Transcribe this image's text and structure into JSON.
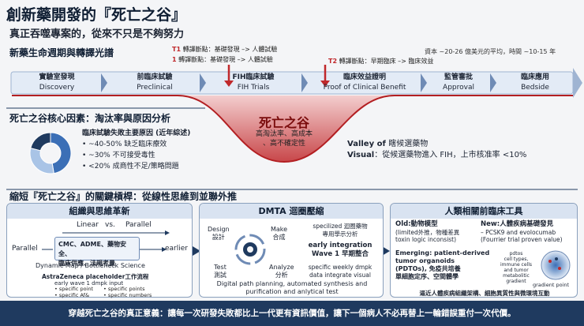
{
  "header": {
    "title": "創新藥開發的『死亡之谷』",
    "subtitle": "真正吞噬專案的，從來不只是不夠努力"
  },
  "lifecycle": {
    "title": "新藥生命週期與轉譯光譜",
    "cost_note": "資本 ~20-26 億美元的平均，時間 ~10-15 年",
    "t1a": {
      "code": "T1",
      "text": "轉譯斷點：基礎發現 –> 人體試驗"
    },
    "t1b": {
      "code": "1",
      "text": "轉譯斷點：基礎發現 –> 人體試驗"
    },
    "t2": {
      "code": "T2",
      "text": "轉譯斷點：早期臨床 –> 臨床效益"
    },
    "stages": [
      {
        "zh": "實驗室發現",
        "en": "Discovery"
      },
      {
        "zh": "前臨床試驗",
        "en": "Preclinical"
      },
      {
        "zh": "FIH臨床試驗",
        "en": "FIH Trials"
      },
      {
        "zh": "臨床效益證明",
        "en": "Proof of Clinical Benefit"
      },
      {
        "zh": "監管審批",
        "en": "Approval"
      },
      {
        "zh": "臨床應用",
        "en": "Bedside"
      }
    ]
  },
  "valley": {
    "title": "死亡之谷",
    "line1": "高淘汰率、高成本",
    "line2": "、高不確定性",
    "right_title_a": "Valley of",
    "right_title_b": "瞎候選藥物",
    "right_label": "Visual",
    "right_text": "：從候選藥物進入 FIH，上市核准率 <10%"
  },
  "factors": {
    "title": "死亡之谷核心因素：淘汰率與原因分析",
    "heading": "臨床試驗失敗主要原因 (近年綜述)",
    "items": [
      "~40-50% 缺乏臨床療效",
      "~30% 不可接受毒性",
      "<20% 成商性不足/策略問題"
    ],
    "donut": [
      0.45,
      0.3,
      0.2
    ],
    "colors": [
      "#3b6fb6",
      "#a9c4e6",
      "#1f3a5f"
    ]
  },
  "shorten": {
    "title": "縮短『死亡之谷』的關鍵槓桿：從線性思維到並聯外推"
  },
  "panel1": {
    "title": "組織與思維革新",
    "linear": "Linear",
    "vs": "vs.",
    "parallel_top": "Parallel",
    "parallel_left": "Parallel",
    "earlier": "earlier",
    "box_line1": "CMC、ADME、藥物安全、",
    "box_line2": "臨床供應、法規考量",
    "map": "Dynamic Map / Bottleneck Science",
    "az1": "AstraZeneca placeholder工作流程",
    "az2": "early wave 1 dmpk input",
    "bullets_left": [
      "specific point",
      "specific Af&"
    ],
    "bullets_right": [
      "specific points",
      "specific numbers"
    ]
  },
  "panel2": {
    "title": "DMTA 迴圈壓縮",
    "design_en": "Design",
    "design_zh": "設計",
    "make_en": "Make",
    "make_zh": "合成",
    "test_en": "Test",
    "test_zh": "測試",
    "analyze_en": "Analyze",
    "analyze_zh": "分析",
    "r1a": "specilized 迴圈藥物",
    "r1b": "專用學示分析",
    "r2a": "early integration",
    "r2b": "Wave 1 早期整合",
    "r3a": "specific weekly dmpk",
    "r3b": "data integrate visual",
    "bottom1": "Digital path planning, automated synthesis and",
    "bottom2": "purification and anlytical test"
  },
  "panel3": {
    "title": "人類相關前臨床工具",
    "old_title": "Old:動物模型",
    "old_l1": "(limited外推，物種差異",
    "old_l2": "toxin logic inconsist)",
    "new_title": "New:人體疾病基礎發見",
    "new_l1": "– PCSK9 and evolocumab",
    "new_l2": "(Fourrier trial proven value)",
    "em_l1": "Emerging: patient-derived",
    "em_l2": "tumor organoids",
    "em_l3": "(PDTOs), 免疫共培養",
    "em_l4": "單細胞定序、空間體學",
    "pd1": "pdtos",
    "pd2": "cell types,",
    "pd3": "immune cells",
    "pd4": "and tumor",
    "pd5": "metabolitic",
    "pd6": "gradient",
    "gradient": "gradient point",
    "bottom": "逼近人體疾病組織架構、細胞異質性與微環境互動"
  },
  "footer": {
    "text": "穿越死亡之谷的真正意義：讓每一次研發失敗都比上一代更有資訊價值，讓下一個病人不必再替上一輪錯誤重付一次代價。"
  }
}
